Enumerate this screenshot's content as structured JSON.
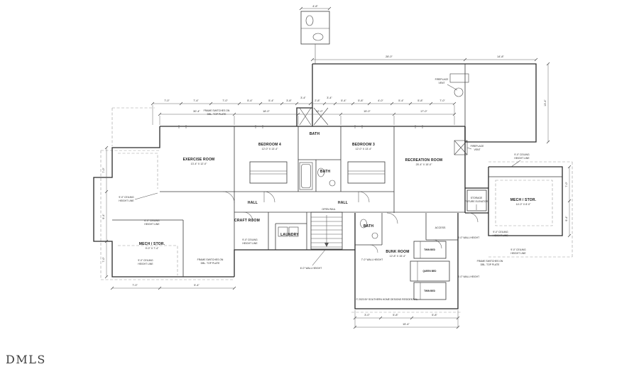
{
  "watermark": "DMLS",
  "rooms": {
    "exercise": "EXERCISE ROOM",
    "exercise_dim": "13'-4\" X 12'-0\"",
    "bedroom4": "BEDROOM 4",
    "bedroom4_dim": "12'-0\" X 13'-4\"",
    "bedroom3": "BEDROOM 3",
    "bedroom3_dim": "12'-0\" X 13'-4\"",
    "recreation": "RECREATION ROOM",
    "recreation_dim": "25'-4\" X 15'-0\"",
    "bath_top": "BATH",
    "bath_mid": "BATH",
    "bath_bunk": "BATH",
    "hall_left": "HALL",
    "hall_right": "HALL",
    "craft": "CRAFT ROOM",
    "laundry": "LAUNDRY",
    "mech_left": "MECH / STOR.",
    "mech_left_dim": "9'-0\" X 7'-4\"",
    "mech_right": "MECH / STOR.",
    "mech_right_dim": "14'-0\" X 8'-0\"",
    "bunk": "BUNK ROOM",
    "bunk_dim": "12'-8\" X 15'-4\"",
    "access": "ACCESS",
    "open_rail": "OPEN RAIL",
    "twin1": "TWIN BED",
    "queen": "QUEEN BED",
    "twin2": "TWIN BED",
    "storage1": "STORAGE",
    "storage2": "FUTURE ELEVATOR",
    "fp1a": "FIREPLACE",
    "fp1b": "VENT",
    "fp2a": "FIREPLACE",
    "fp2b": "VENT"
  },
  "notes": {
    "clg_a1": "9'-0\" CEILING",
    "clg_a2": "HEIGHT LINE",
    "clg_b1": "6'-0\" CEILING",
    "clg_b2": "HEIGHT LINE",
    "clg_c1": "9'-0\" CEILING",
    "clg_c2": "HEIGHT LINE",
    "clg_d1": "9'-0\" CEILING",
    "clg_d2": "HEIGHT LINE",
    "clg_e1": "9'-0\" CEILING",
    "clg_e2": "HEIGHT LINE",
    "clg_f1": "9'-0\" CEILING",
    "clg_f2": "HEIGHT LINE",
    "clg_g1": "9'-0\" CEILING",
    "clg_g2": "HEIGHT LINE",
    "wall_a": "6'-0\" WALL HEIGHT",
    "wall_b": "7'-0\" WALL HEIGHT",
    "wall_c": "5'-0\" WALL HEIGHT",
    "wall_d": "4'-0\" WALL HEIGHT",
    "frame_t1": "FRAME SWITCHES ON",
    "frame_t2": "DBL. TOP PLATE",
    "frame_bl1": "FRAME SWITCHES ON",
    "frame_bl2": "DBL. TOP PLATE",
    "frame_br1": "FRAME SWITCHES ON",
    "frame_br2": "DBL. TOP PLATE",
    "copyright": "© 2023 BY SOUTHERN HOME DESIGNS RESIDENTIAL"
  },
  "dims": {
    "t0": "4'-8\"",
    "t1": "7'-0\"",
    "t2": "7'-4\"",
    "t3": "7'-0\"",
    "t4": "5'-4\"",
    "t5": "5'-4\"",
    "t6": "3'-8\"",
    "t7": "3'-4\"",
    "t8": "2'-8\"",
    "t9": "3'-4\"",
    "t10": "5'-4\"",
    "t11": "5'-8\"",
    "t12": "4'-0\"",
    "t13": "5'-4\"",
    "t14": "5'-8\"",
    "t15": "7'-0\"",
    "u1": "30'-4\"",
    "u2": "18'-0\"",
    "u3": "12'-0\"",
    "u4": "15'-0\"",
    "u5": "17'-0\"",
    "b1": "28'-0\"",
    "b2": "14'-8\"",
    "l1": "7'-0\"",
    "l2": "9'-4\"",
    "l3": "7'-0\"",
    "r1": "7'-0\"",
    "r2": "9'-4\"",
    "r3": "13'-4\"",
    "bl1": "7'-0\"",
    "bl2": "5'-4\"",
    "k1": "3'-0\"",
    "k2": "5'-8\"",
    "k3": "5'-8\"",
    "k4": "15'-4\""
  }
}
